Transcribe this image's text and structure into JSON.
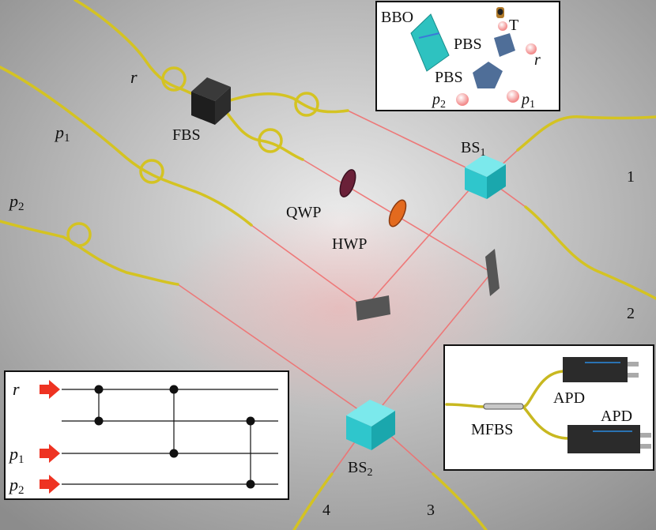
{
  "components": {
    "fbs": "FBS",
    "qwp": "QWP",
    "hwp": "HWP",
    "bs1": {
      "base": "BS",
      "sub": "1"
    },
    "bs2": {
      "base": "BS",
      "sub": "2"
    }
  },
  "fibers": {
    "r": "r",
    "p1": {
      "base": "p",
      "sub": "1"
    },
    "p2": {
      "base": "p",
      "sub": "2"
    }
  },
  "outputs": [
    "1",
    "2",
    "3",
    "4"
  ],
  "source_inset": {
    "bbo": "BBO",
    "t": "T",
    "pbs_top": "PBS",
    "pbs_bottom": "PBS",
    "r": "r",
    "p1": {
      "base": "p",
      "sub": "1"
    },
    "p2": {
      "base": "p",
      "sub": "2"
    }
  },
  "detector_inset": {
    "mfbs": "MFBS",
    "apd_top": "APD",
    "apd_bottom": "APD"
  },
  "circuit_inset": {
    "r": "r",
    "p1": {
      "base": "p",
      "sub": "1"
    },
    "p2": {
      "base": "p",
      "sub": "2"
    }
  },
  "colors": {
    "fiber": "#d4c322",
    "laser": "#f07070",
    "cube": "#35d2d8",
    "arrow": "#ee3322",
    "pbs": "#4f6e98"
  }
}
